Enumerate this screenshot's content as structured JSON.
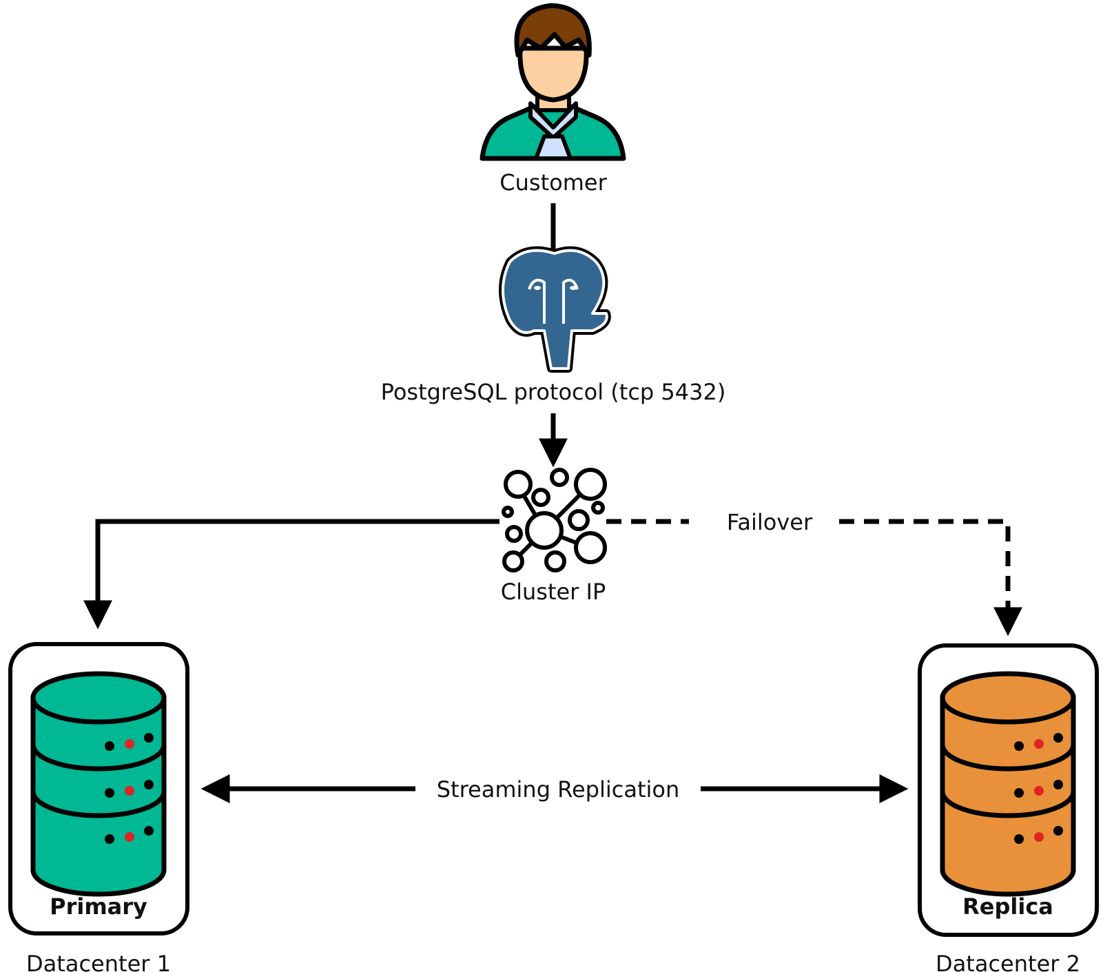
{
  "nodes": {
    "customer": {
      "label": "Customer",
      "icon": "person-icon"
    },
    "postgres": {
      "label": "PostgreSQL protocol (tcp 5432)",
      "icon": "postgresql-elephant-icon"
    },
    "cluster_ip": {
      "label": "Cluster IP",
      "icon": "network-cluster-icon"
    },
    "primary": {
      "label": "Primary",
      "location": "Datacenter 1",
      "icon": "database-server-icon",
      "color": "#00b894"
    },
    "replica": {
      "label": "Replica",
      "location": "Datacenter 2",
      "icon": "database-server-icon",
      "color": "#e8913a"
    }
  },
  "edges": {
    "failover": {
      "label": "Failover",
      "style": "dashed"
    },
    "replication": {
      "label": "Streaming Replication",
      "style": "bidirectional"
    }
  },
  "colors": {
    "customer_shirt": "#00b894",
    "customer_hair": "#7a3e08",
    "customer_skin": "#fdd0a2",
    "customer_collar": "#cfe0fb",
    "postgres_blue": "#336791",
    "led_red": "#e02424",
    "stroke": "#000000"
  }
}
